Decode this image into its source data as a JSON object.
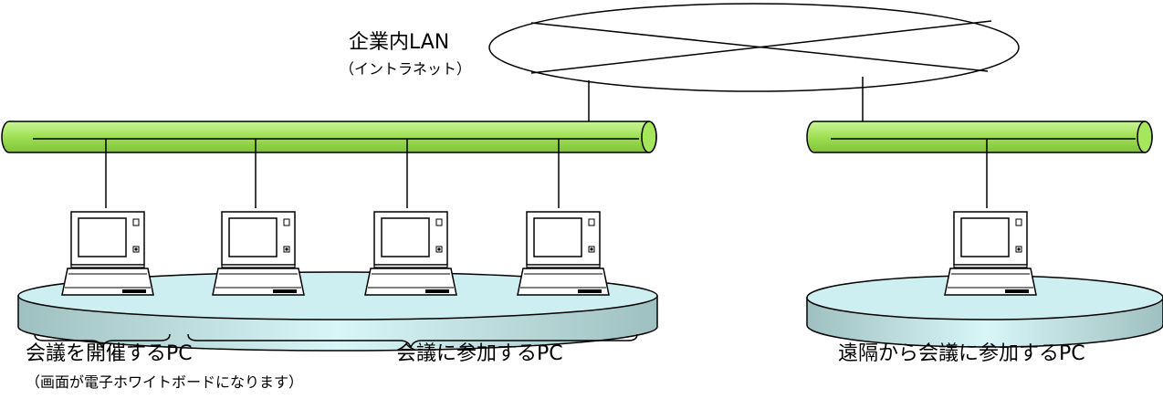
{
  "labels": {
    "lan_title": "企業内LAN",
    "lan_sub": "（イントラネット）",
    "host_pc": "会議を開催するPC",
    "host_note": "（画面が電子ホワイトボードになります）",
    "join_pc": "会議に参加するPC",
    "remote_pc": "遠隔から会議に参加するPC"
  },
  "colors": {
    "bus_fill": "#a6e65a",
    "platform_fill": "#cdeff2",
    "platform_shadow": "#8fb3b3",
    "line": "#000000"
  },
  "icons": [
    "laptop-icon"
  ]
}
